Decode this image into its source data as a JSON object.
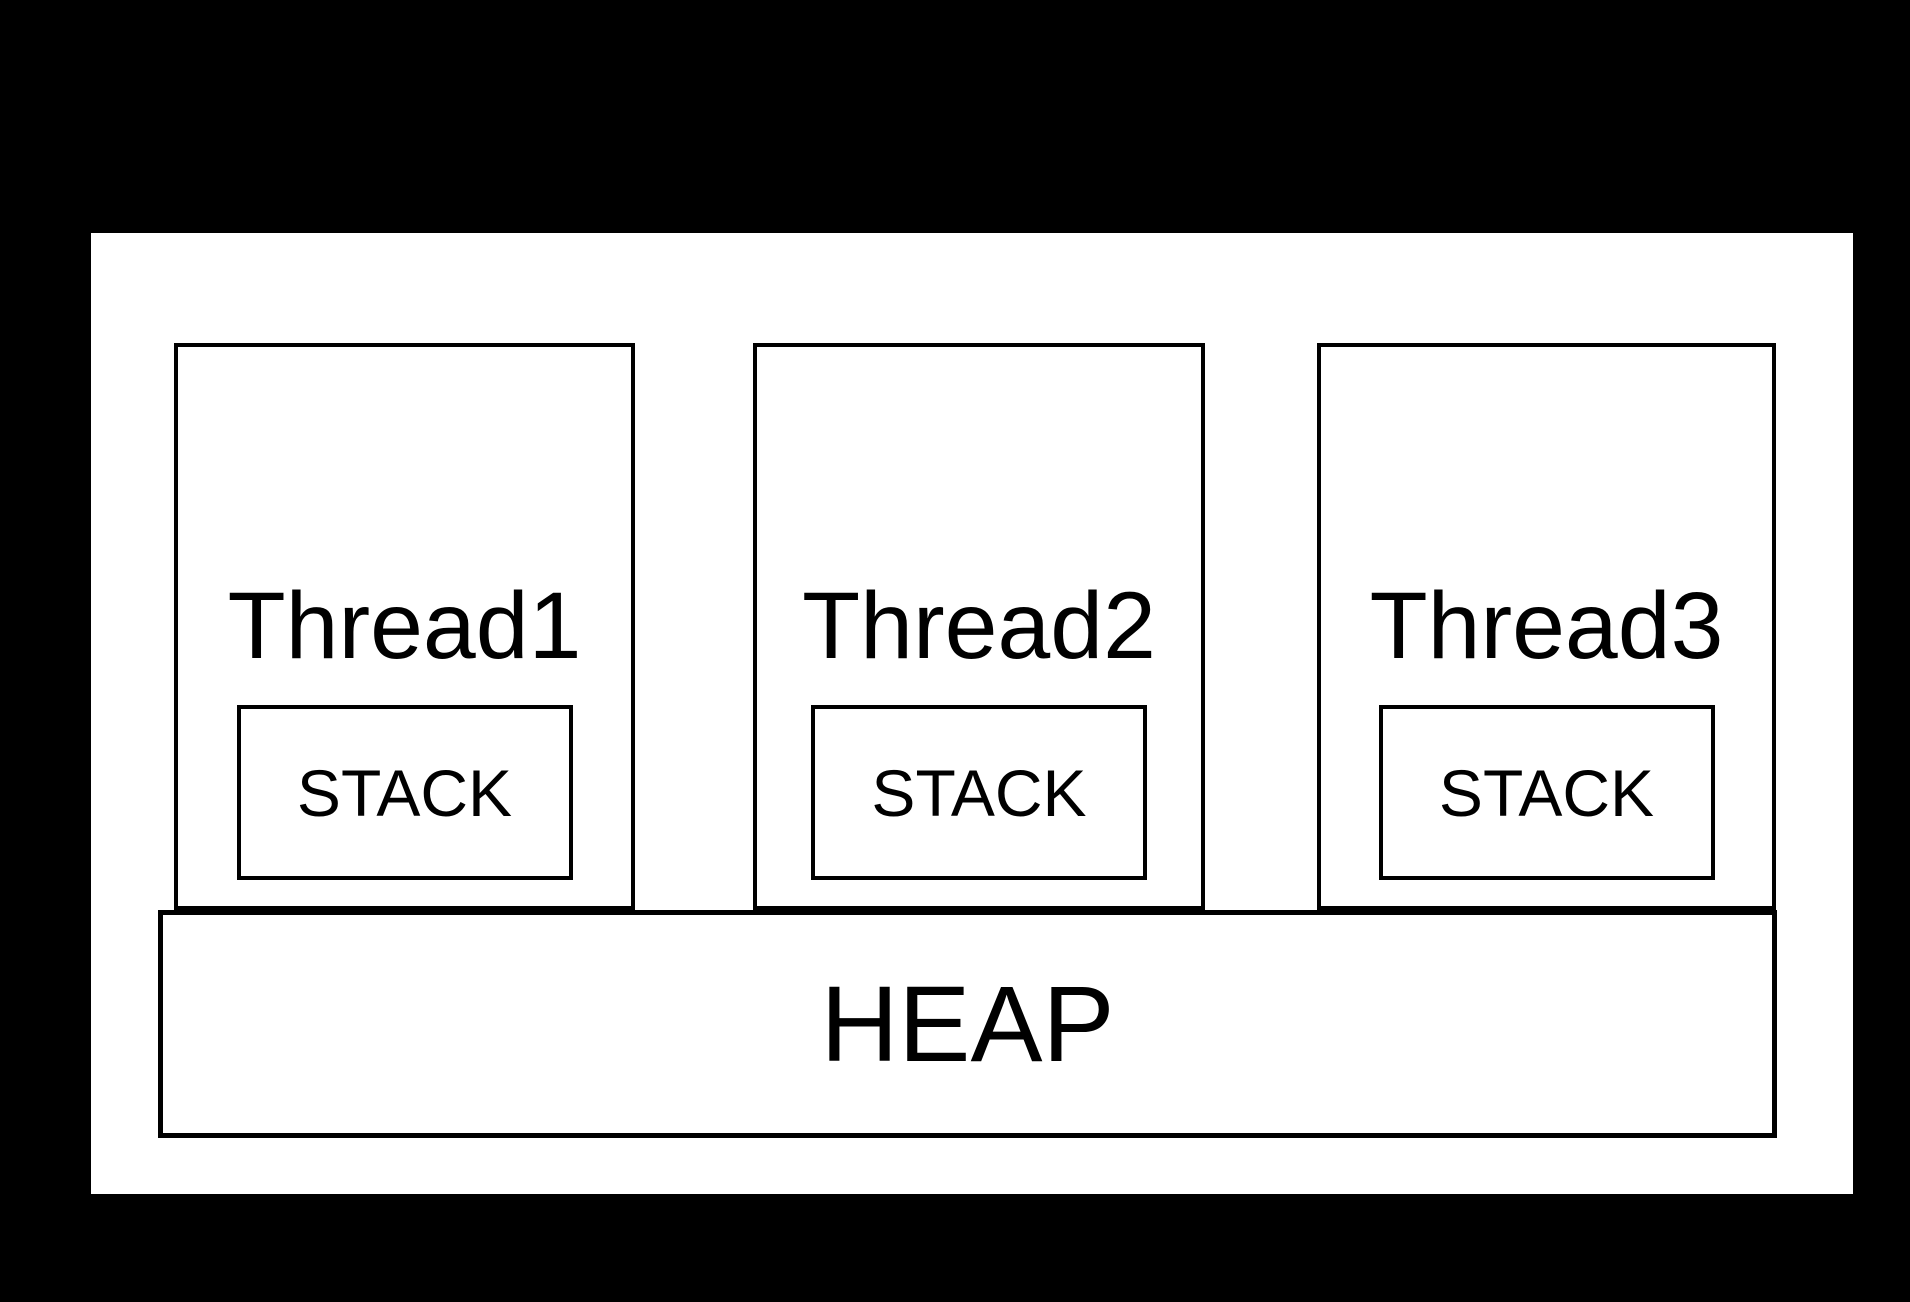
{
  "diagram": {
    "threads": [
      {
        "label": "Thread1",
        "stack_label": "STACK"
      },
      {
        "label": "Thread2",
        "stack_label": "STACK"
      },
      {
        "label": "Thread3",
        "stack_label": "STACK"
      }
    ],
    "heap_label": "HEAP"
  },
  "colors": {
    "background": "#000000",
    "panel": "#ffffff",
    "line": "#000000",
    "text": "#000000"
  }
}
